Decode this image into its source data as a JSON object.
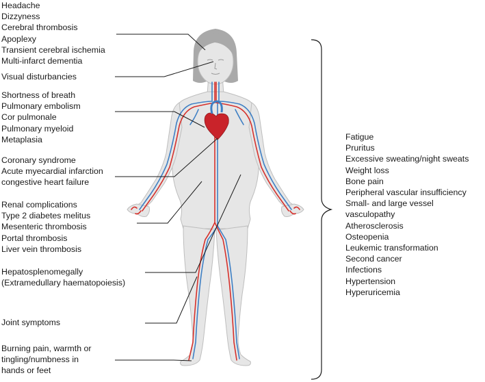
{
  "left_groups": [
    {
      "id": "brain",
      "lines": [
        "Headache",
        "Dizzyness",
        "Cerebral thrombosis",
        "Apoplexy",
        "Transient cerebral ischemia",
        "Multi-infarct dementia"
      ]
    },
    {
      "id": "eyes",
      "lines": [
        "Visual disturbancies"
      ]
    },
    {
      "id": "lungs",
      "lines": [
        "Shortness of breath",
        "Pulmonary embolism",
        "Cor pulmonale",
        "Pulmonary myeloid",
        "Metaplasia"
      ]
    },
    {
      "id": "heart",
      "lines": [
        "Coronary syndrome",
        "Acute myecardial infarction",
        "congestive heart failure"
      ]
    },
    {
      "id": "abdomen",
      "lines": [
        "Renal complications",
        "Type 2 diabetes melitus",
        "Mesenteric thrombosis",
        "Portal thrombosis",
        "Liver vein thrombosis"
      ]
    },
    {
      "id": "spleen",
      "lines": [
        "Hepatosplenomegally",
        "(Extramedullary haematopoiesis)"
      ]
    },
    {
      "id": "joints",
      "lines": [
        "Joint symptoms"
      ]
    },
    {
      "id": "extremities",
      "lines": [
        "Burning pain, warmth or",
        "tingling/numbness in",
        "hands or feet"
      ]
    }
  ],
  "systemic_symptoms": [
    "Fatigue",
    "Pruritus",
    "Excessive sweating/night sweats",
    "Weight loss",
    "Bone pain",
    "Peripheral vascular insufficiency",
    "Small- and large vessel",
    "vasculopathy",
    "Atherosclerosis",
    "Osteopenia",
    "Leukemic transformation",
    "Second cancer",
    "Infections",
    "Hypertension",
    "Hyperuricemia"
  ],
  "colors": {
    "body_fill": "#e6e6e6",
    "body_stroke": "#bdbdbd",
    "hair": "#a9a9a9",
    "artery": "#d6302b",
    "vein": "#3e7fc4",
    "heart": "#c9232a",
    "text": "#1a1a1a",
    "line": "#1a1a1a"
  }
}
